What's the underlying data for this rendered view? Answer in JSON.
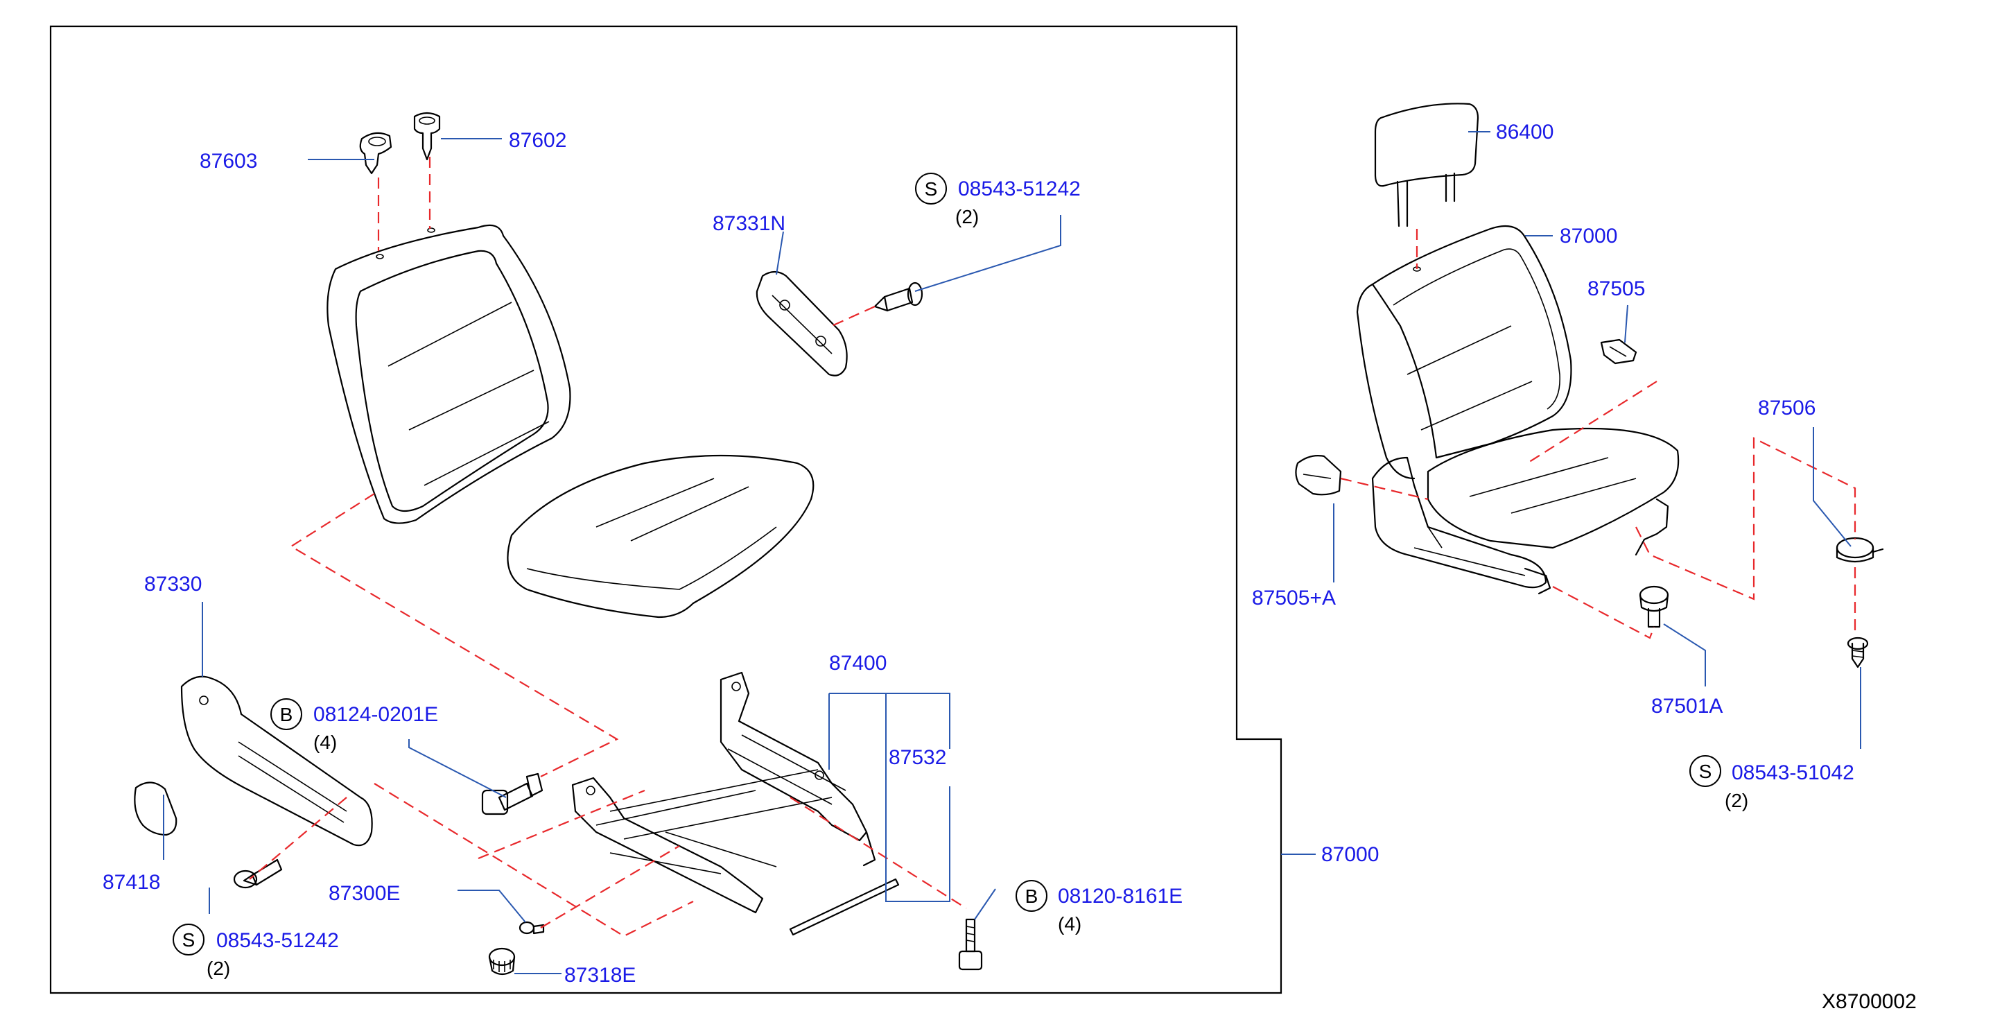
{
  "labels": {
    "p87603": "87603",
    "p87602": "87602",
    "p87331N": "87331N",
    "p08543_51242_top": "08543-51242",
    "q_top": "(2)",
    "p87330": "87330",
    "p08124": "08124-0201E",
    "q_08124": "(4)",
    "p87400": "87400",
    "p87532": "87532",
    "p87418": "87418",
    "p87300E": "87300E",
    "p08543_51242_bot": "08543-51242",
    "q_bot": "(2)",
    "p87318E": "87318E",
    "p08120": "08120-8161E",
    "q_08120": "(4)",
    "p87000_frame": "87000",
    "p86400": "86400",
    "p87000_seat": "87000",
    "p87505": "87505",
    "p87506": "87506",
    "p87505A": "87505+A",
    "p87501A": "87501A",
    "p08543_51042": "08543-51042",
    "q_51042": "(2)"
  },
  "codes": {
    "s": "S",
    "b": "B"
  },
  "diagram_id": "X8700002",
  "colors": {
    "label_blue": "#1a1ae6",
    "leader_blue": "#2a58b0",
    "dash_red": "#e8282b",
    "line_black": "#000000"
  }
}
